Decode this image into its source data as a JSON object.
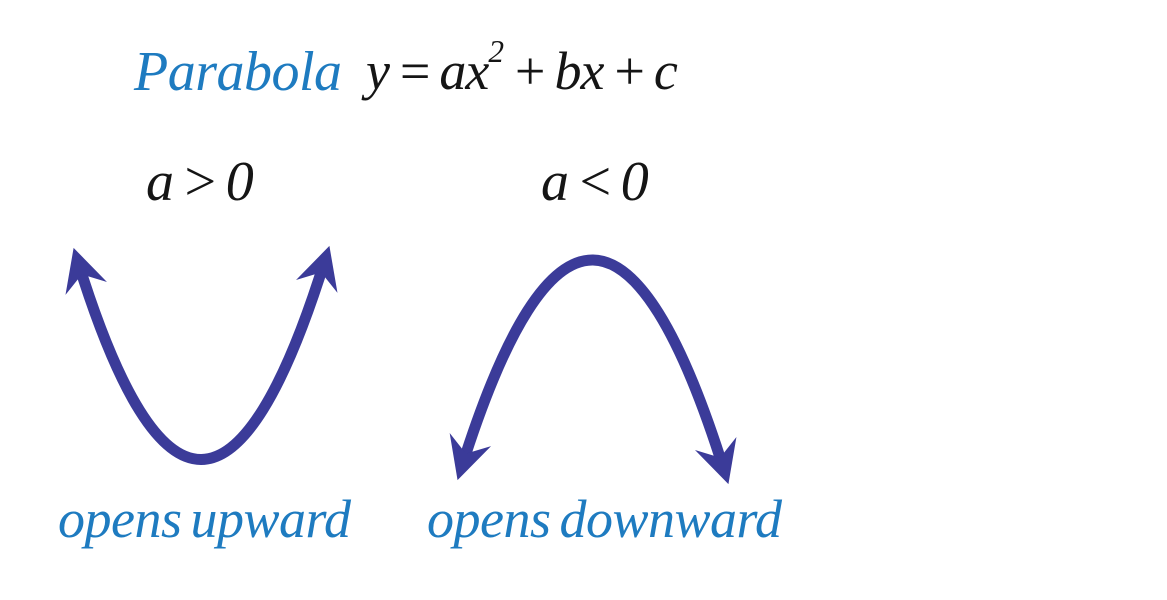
{
  "title": "Parabola",
  "equation": {
    "prefix": "y = ax",
    "superscript": "2",
    "suffix": " + bx + c"
  },
  "panels": {
    "left": {
      "condition": "a > 0",
      "caption": "opens upward",
      "curve_direction": "opens-upward"
    },
    "right": {
      "condition": "a < 0",
      "caption": "opens downward",
      "curve_direction": "opens-downward"
    }
  },
  "icons": {
    "curve_arrowheads": "arrowhead-icon"
  },
  "colors": {
    "heading_blue": "#1E7BC0",
    "curve_indigo": "#3B3B99",
    "text_black": "#151515",
    "background": "#FFFFFF"
  }
}
